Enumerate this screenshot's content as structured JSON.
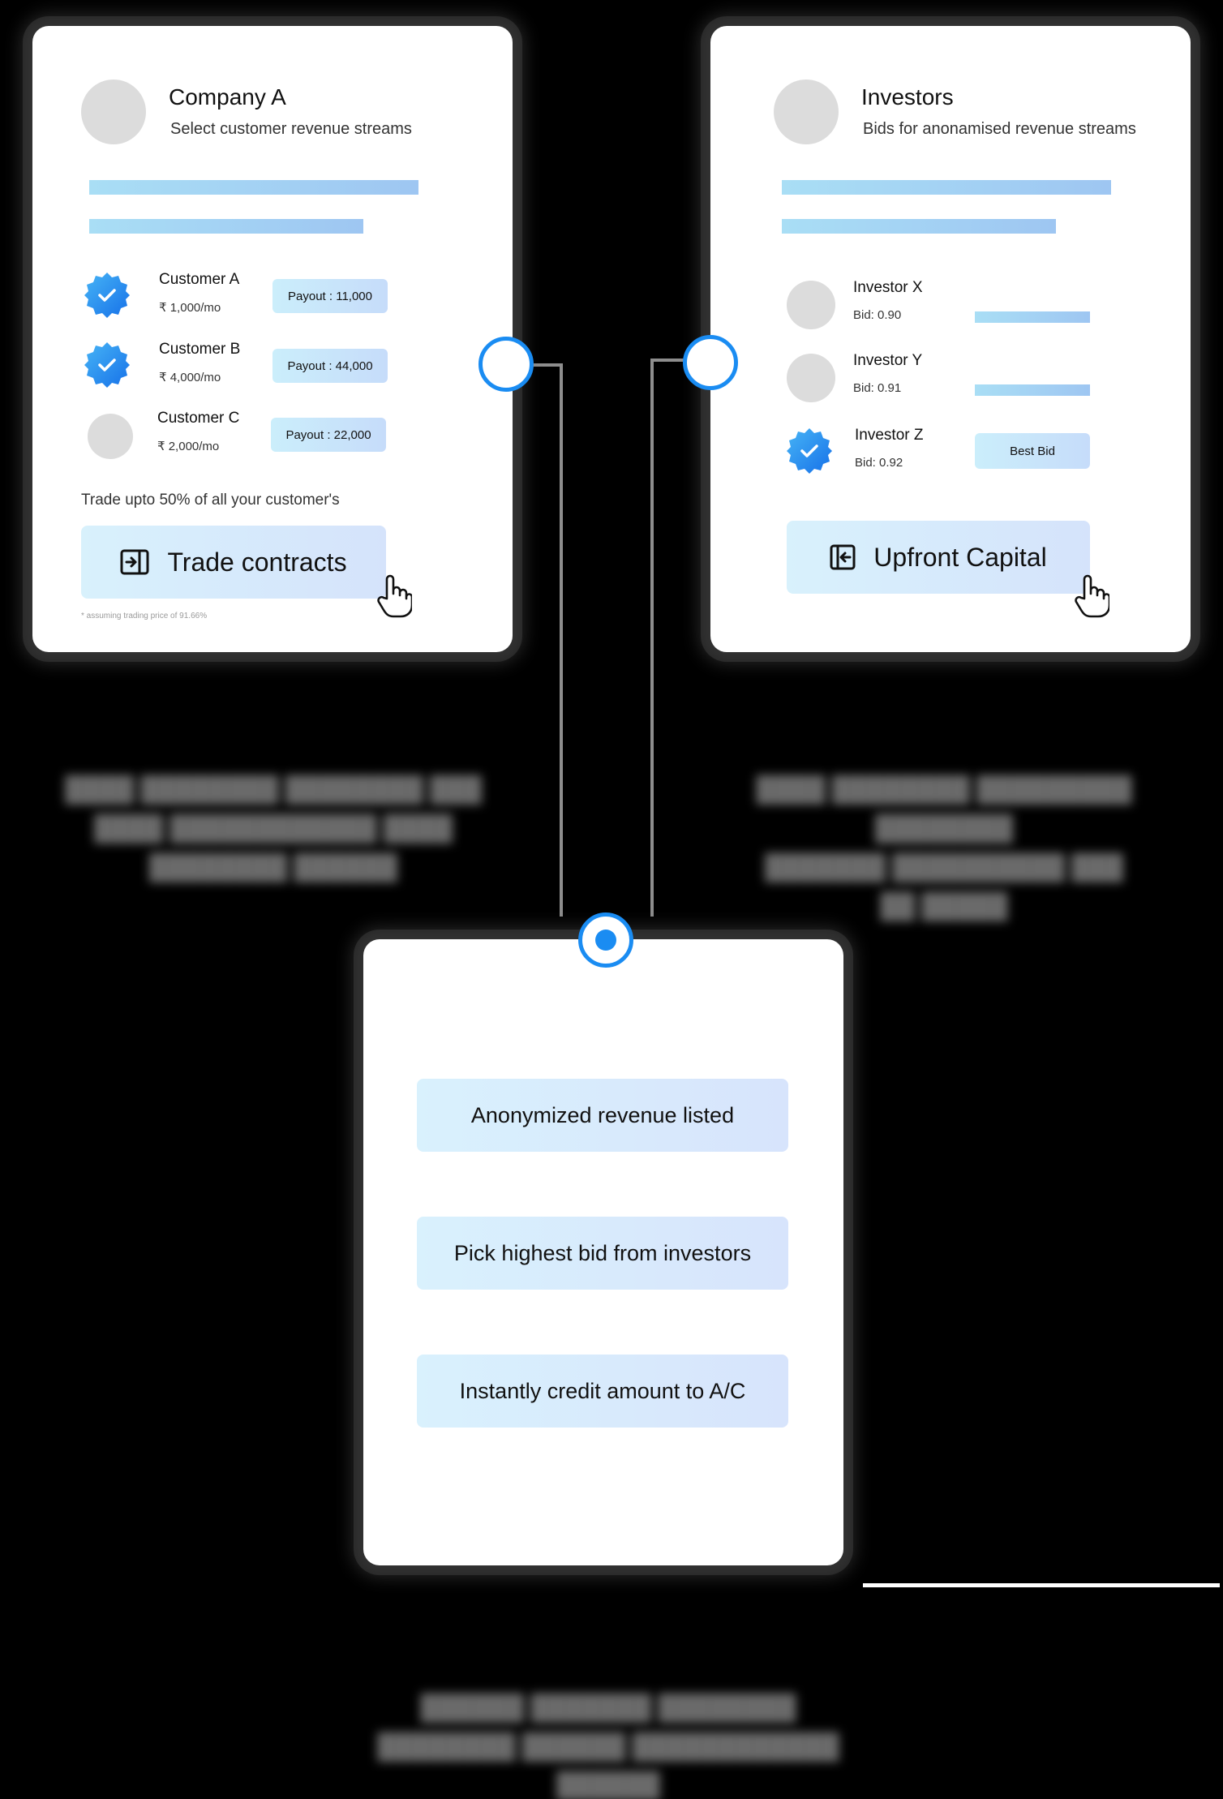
{
  "company_card": {
    "title": "Company A",
    "subtitle": "Select customer revenue streams",
    "customers": [
      {
        "name": "Customer A",
        "amount": "₹ 1,000/mo",
        "payout": "Payout : 11,000",
        "selected": true
      },
      {
        "name": "Customer B",
        "amount": "₹ 4,000/mo",
        "payout": "Payout : 44,000",
        "selected": true
      },
      {
        "name": "Customer C",
        "amount": "₹ 2,000/mo",
        "payout": "Payout : 22,000",
        "selected": false
      }
    ],
    "trade_text": "Trade upto 50% of all your customer's",
    "cta_label": "Trade contracts",
    "cta_icon": "arrow-into-box-icon",
    "footnote": "* assuming trading price of 91.66%"
  },
  "investors_card": {
    "title": "Investors",
    "subtitle": "Bids for anonamised revenue streams",
    "investors": [
      {
        "name": "Investor X",
        "bid": "Bid: 0.90",
        "selected": false
      },
      {
        "name": "Investor Y",
        "bid": "Bid: 0.91",
        "selected": false
      },
      {
        "name": "Investor Z",
        "bid": "Bid: 0.92",
        "selected": true,
        "tag": "Best Bid"
      }
    ],
    "cta_label": "Upfront Capital",
    "cta_icon": "arrow-out-of-box-icon"
  },
  "process_card": {
    "steps": [
      "Anonymized revenue listed",
      "Pick highest bid from investors",
      "Instantly credit amount to A/C"
    ]
  },
  "colors": {
    "accent": "#1a8cf2",
    "bar_start": "#a9def5",
    "bar_end": "#9ec6f2",
    "connector": "#8d8d8d"
  }
}
